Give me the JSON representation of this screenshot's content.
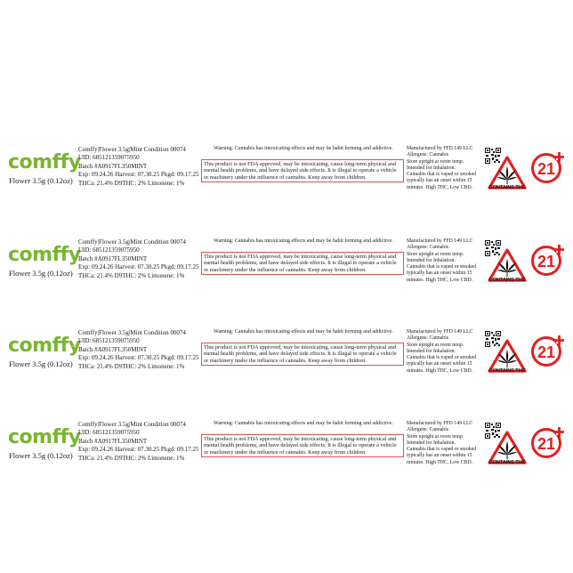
{
  "labels": [
    {
      "brand": "comffy",
      "brand_sub": "Flower 3.5g (0.12oz)",
      "info_lines": [
        "Comffy|Flower 3.5g|Mint Condition 00074",
        "UID: 685121359075950",
        "Batch #A0917FL350MINT",
        "Exp: 09.24.26 Harvest: 07.30.25 Pkgd: 09.17.25",
        "THCa: 21.4% D9THC: 2% Limonene: 1%"
      ],
      "warning_top": "Warning: Cannabis has intoxicating effects and may be habit forming and addictive.",
      "warning_box": "This product is not FDA approved, may be intoxicating, cause long-term physical and mental health problems, and have delayed side effects. It is illegal to operate a vehicle or machinery under the influence of cannabis. Keep away from children.",
      "mfg_lines": [
        "Manufactured by FFD 149 LLC",
        "Allergens: Cannabis",
        "Store upright at room temp.",
        "Intended for Inhalation.",
        "Cannabis that is vaped or smoked",
        "typically has an onset within 15",
        "minutes. High THC, Low CBD."
      ],
      "thc_label": "CONTAINS THC",
      "age": "21"
    },
    {
      "brand": "comffy",
      "brand_sub": "Flower 3.5g (0.12oz)",
      "info_lines": [
        "Comffy|Flower 3.5g|Mint Condition 00074",
        "UID: 685121359075950",
        "Batch #A0917FL350MINT",
        "Exp: 09.24.26 Harvest: 07.30.25 Pkgd: 09.17.25",
        "THCa: 21.4% D9THC: 2% Limonene: 1%"
      ],
      "warning_top": "Warning: Cannabis has intoxicating effects and may be habit forming and addictive.",
      "warning_box": "This product is not FDA approved, may be intoxicating, cause long-term physical and mental health problems, and have delayed side effects. It is illegal to operate a vehicle or machinery under the influence of cannabis. Keep away from children.",
      "mfg_lines": [
        "Manufactured by FFD 149 LLC",
        "Allergens: Cannabis",
        "Store upright at room temp.",
        "Intended for Inhalation.",
        "Cannabis that is vaped or smoked",
        "typically has an onset within 15",
        "minutes. High THC, Low CBD."
      ],
      "thc_label": "CONTAINS THC",
      "age": "21"
    },
    {
      "brand": "comffy",
      "brand_sub": "Flower 3.5g (0.12oz)",
      "info_lines": [
        "Comffy|Flower 3.5g|Mint Condition 00074",
        "UID: 685121359075950",
        "Batch #A0917FL350MINT",
        "Exp: 09.24.26 Harvest: 07.30.25 Pkgd: 09.17.25",
        "THCa: 21.4% D9THC: 2% Limonene: 1%"
      ],
      "warning_top": "Warning: Cannabis has intoxicating effects and may be habit forming and addictive.",
      "warning_box": "This product is not FDA approved, may be intoxicating, cause long-term physical and mental health problems, and have delayed side effects. It is illegal to operate a vehicle or machinery under the influence of cannabis. Keep away from children.",
      "mfg_lines": [
        "Manufactured by FFD 149 LLC",
        "Allergens: Cannabis",
        "Store upright at room temp.",
        "Intended for Inhalation.",
        "Cannabis that is vaped or smoked",
        "typically has an onset within 15",
        "minutes. High THC, Low CBD."
      ],
      "thc_label": "CONTAINS THC",
      "age": "21"
    },
    {
      "brand": "comffy",
      "brand_sub": "Flower 3.5g (0.12oz)",
      "info_lines": [
        "Comffy|Flower 3.5g|Mint Condition 00074",
        "UID: 685121359075950",
        "Batch #A0917FL350MINT",
        "Exp: 09.24.26 Harvest: 07.30.25 Pkgd: 09.17.25",
        "THCa: 21.4% D9THC: 2% Limonene: 1%"
      ],
      "warning_top": "Warning: Cannabis has intoxicating effects and may be habit forming and addictive.",
      "warning_box": "This product is not FDA approved, may be intoxicating, cause long-term physical and mental health problems, and have delayed side effects. It is illegal to operate a vehicle or machinery under the influence of cannabis. Keep away from children.",
      "mfg_lines": [
        "Manufactured by FFD 149 LLC",
        "Allergens: Cannabis",
        "Store upright at room temp.",
        "Intended for Inhalation.",
        "Cannabis that is vaped or smoked",
        "typically has an onset within 15",
        "minutes. High THC, Low CBD."
      ],
      "thc_label": "CONTAINS THC",
      "age": "21"
    }
  ],
  "colors": {
    "brand": "#7ab52f",
    "warning_border": "#d9534f",
    "age_red": "#e02020"
  },
  "icons": {
    "qr": "qr-code-icon",
    "thc": "cannabis-warning-triangle-icon",
    "age": "age-21-plus-icon"
  }
}
